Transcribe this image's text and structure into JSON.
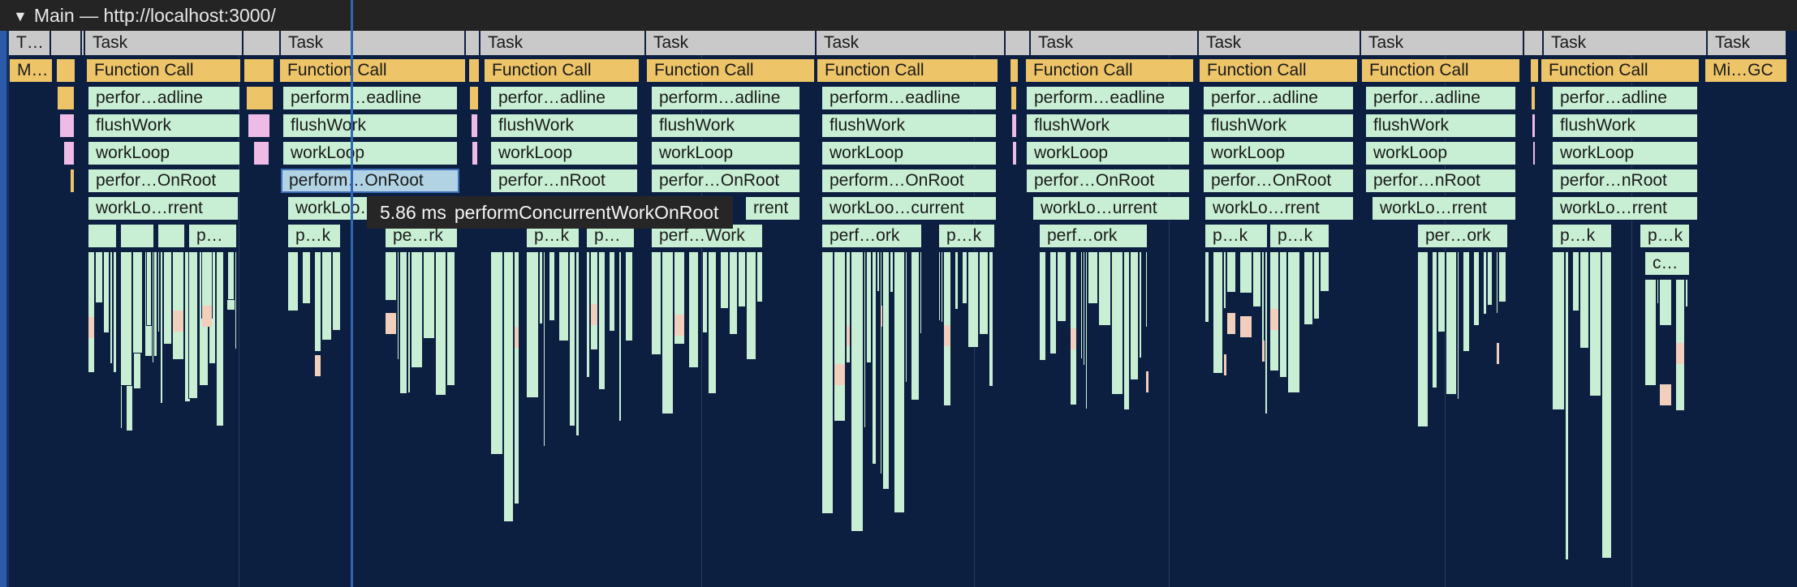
{
  "track": {
    "expand_icon": "triangle-down-icon",
    "toggle": "▼",
    "title": "Main — http://localhost:3000/"
  },
  "colors": {
    "background": "#0d1f40",
    "task": "#c9c9c9",
    "function_call": "#edc468",
    "script": "#c8efd4",
    "gc": "#eebbe6",
    "selection": "#b1d3e4"
  },
  "tooltip": {
    "duration": "5.86 ms",
    "name": "performConcurrentWorkOnRoot"
  },
  "tasks": [
    {
      "label": "T…"
    },
    {
      "label": "Task"
    },
    {
      "label": "Task"
    },
    {
      "label": "Task"
    },
    {
      "label": "Task"
    },
    {
      "label": "Task"
    },
    {
      "label": "Task"
    },
    {
      "label": "Task"
    },
    {
      "label": "Task"
    },
    {
      "label": "Task"
    },
    {
      "label": "Task"
    }
  ],
  "function_calls": [
    {
      "label": "M…"
    },
    {
      "label": "Function Call"
    },
    {
      "label": "Function Call"
    },
    {
      "label": "Function Call"
    },
    {
      "label": "Function Call"
    },
    {
      "label": "Function Call"
    },
    {
      "label": "Function Call"
    },
    {
      "label": "Function Call"
    },
    {
      "label": "Function Call"
    },
    {
      "label": "Function Call"
    },
    {
      "label": "Mi…GC"
    }
  ],
  "stacks": [
    {
      "deadline": "perfor…adline",
      "flush": "flushWork",
      "loop": "workLoop",
      "onroot": "perfor…OnRoot",
      "current": "workLo…rrent",
      "leafs": [
        "p…"
      ]
    },
    {
      "deadline": "perform…eadline",
      "flush": "flushWork",
      "loop": "workLoop",
      "onroot": "perform…OnRoot",
      "current": "workLoo…",
      "leafs": [
        "p…k",
        "pe…rk"
      ]
    },
    {
      "deadline": "perfor…adline",
      "flush": "flushWork",
      "loop": "workLoop",
      "onroot": "perfor…nRoot",
      "current": "",
      "leafs": [
        "p…k",
        "p…"
      ]
    },
    {
      "deadline": "perform…adline",
      "flush": "flushWork",
      "loop": "workLoop",
      "onroot": "perfor…OnRoot",
      "current": "rrent",
      "leafs": [
        "perf…Work"
      ]
    },
    {
      "deadline": "perform…eadline",
      "flush": "flushWork",
      "loop": "workLoop",
      "onroot": "perform…OnRoot",
      "current": "workLoo…current",
      "leafs": [
        "perf…ork",
        "p…k"
      ]
    },
    {
      "deadline": "perform…eadline",
      "flush": "flushWork",
      "loop": "workLoop",
      "onroot": "perfor…OnRoot",
      "current": "workLo…urrent",
      "leafs": [
        "perf…ork"
      ]
    },
    {
      "deadline": "perfor…adline",
      "flush": "flushWork",
      "loop": "workLoop",
      "onroot": "perfor…OnRoot",
      "current": "workLo…rrent",
      "leafs": [
        "p…k",
        "p…k"
      ]
    },
    {
      "deadline": "perfor…adline",
      "flush": "flushWork",
      "loop": "workLoop",
      "onroot": "perfor…nRoot",
      "current": "workLo…rrent",
      "leafs": [
        "per…ork"
      ]
    },
    {
      "deadline": "perfor…adline",
      "flush": "flushWork",
      "loop": "workLoop",
      "onroot": "perfor…nRoot",
      "current": "workLo…rrent",
      "leafs": [
        "p…k",
        "p…k",
        "c…"
      ]
    }
  ]
}
